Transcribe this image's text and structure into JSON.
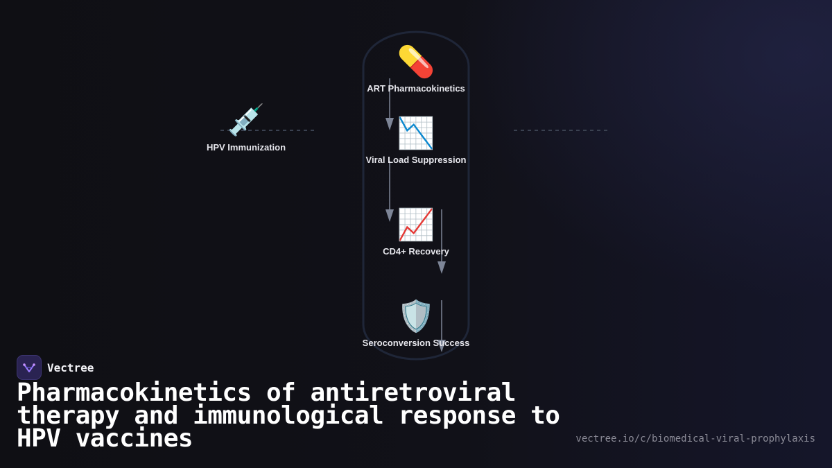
{
  "diagram": {
    "nodes": [
      {
        "id": "art",
        "icon": "pill-icon",
        "glyph": "💊",
        "label": "ART Pharmacokinetics"
      },
      {
        "id": "viral",
        "icon": "chart-decreasing-icon",
        "glyph": "📉",
        "label": "Viral Load Suppression"
      },
      {
        "id": "cd4",
        "icon": "chart-increasing-icon",
        "glyph": "📈",
        "label": "CD4+ Recovery"
      },
      {
        "id": "sero",
        "icon": "shield-icon",
        "glyph": "🛡️",
        "label": "Seroconversion Success"
      },
      {
        "id": "hpv",
        "icon": "syringe-icon",
        "glyph": "💉",
        "label": "HPV Immunization"
      }
    ],
    "colors": {
      "capsule_stroke": "#1f2638",
      "arrow": "#7d8597",
      "dashed_link": "#3a4150"
    }
  },
  "brand": {
    "name": "Vectree",
    "logo_icon": "vectree-logo-icon",
    "accent": "#7c5cff"
  },
  "title": "Pharmacokinetics of antiretroviral therapy and immunological response to HPV vaccines",
  "url": "vectree.io/c/biomedical-viral-prophylaxis"
}
